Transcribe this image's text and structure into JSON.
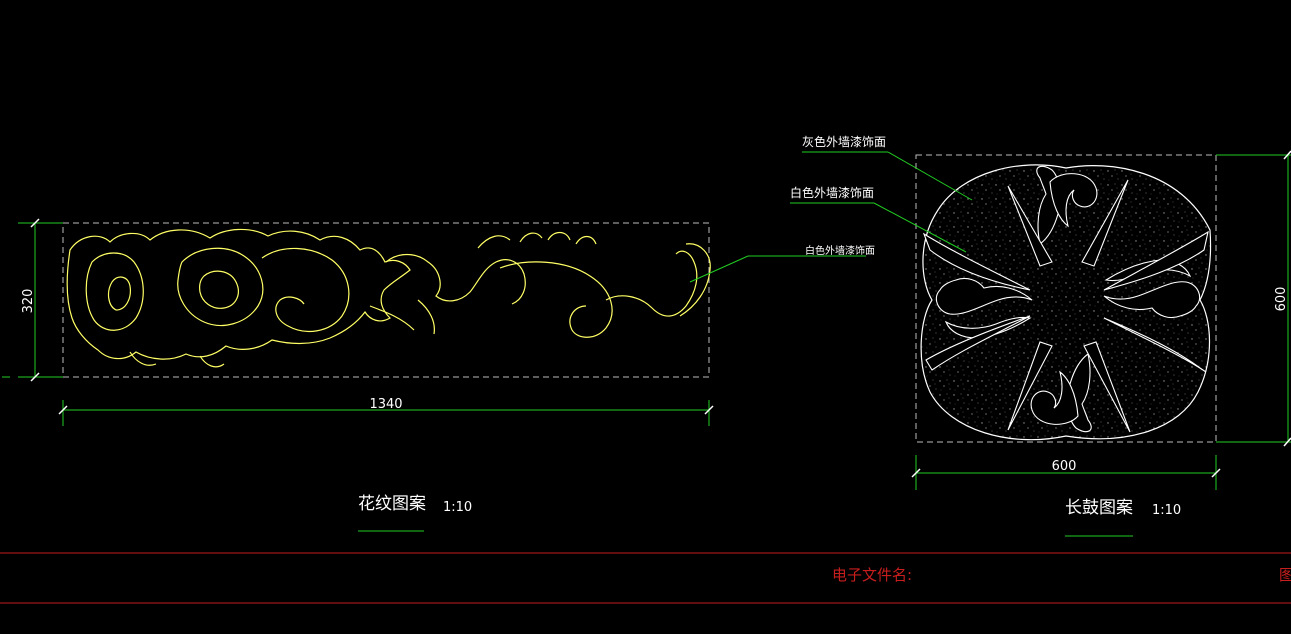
{
  "colors": {
    "background": "#000000",
    "pattern_line": "#ffff66",
    "dimension_line": "#22cc22",
    "text": "#ffffff",
    "title_block": "#c81e1e",
    "dashed_frame": "#bdbdbd"
  },
  "drawing_left": {
    "title": "花纹图案",
    "scale": "1:10",
    "dim_width": "1340",
    "dim_height": "320",
    "leader_label": "白色外墙漆饰面"
  },
  "drawing_right": {
    "title": "长鼓图案",
    "scale": "1:10",
    "dim_width": "600",
    "dim_height": "600",
    "leader_label_1": "灰色外墙漆饰面",
    "leader_label_2": "白色外墙漆饰面"
  },
  "title_block": {
    "file_name_label": "电子文件名:",
    "cut_char": "图"
  }
}
